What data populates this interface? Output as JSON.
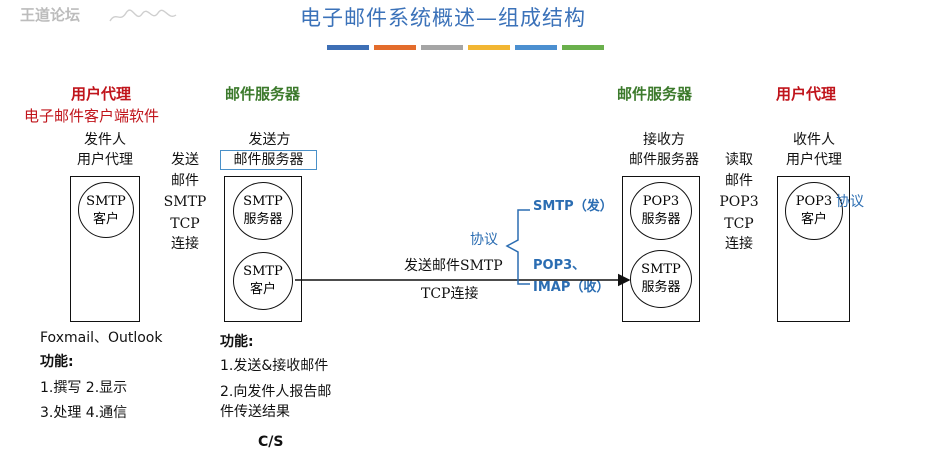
{
  "watermark": "王道论坛",
  "title": "电子邮件系统概述—组成结构",
  "title_bar_colors": [
    "#3d6fb5",
    "#e36c2c",
    "#a5a5a5",
    "#f2b632",
    "#4b8fd0",
    "#6ab04c"
  ],
  "headers": {
    "user_agent_left": "用户代理",
    "user_agent_left_sub": "电子邮件客户端软件",
    "mail_server_left": "邮件服务器",
    "mail_server_right": "邮件服务器",
    "user_agent_right": "用户代理"
  },
  "sender": {
    "line1": "发件人",
    "line2": "用户代理",
    "circle": [
      "SMTP",
      "客户"
    ]
  },
  "send_server": {
    "line1": "发送方",
    "line2": "邮件服务器",
    "circle_top": [
      "SMTP",
      "服务器"
    ],
    "circle_bottom": [
      "SMTP",
      "客户"
    ]
  },
  "recv_server": {
    "line1": "接收方",
    "line2": "邮件服务器",
    "circle_top": [
      "POP3",
      "服务器"
    ],
    "circle_bottom": [
      "SMTP",
      "服务器"
    ]
  },
  "receiver": {
    "line1": "收件人",
    "line2": "用户代理",
    "circle": [
      "POP3",
      "客户"
    ]
  },
  "link_left": {
    "lines": [
      "发送",
      "邮件",
      "SMTP",
      "TCP",
      "连接"
    ]
  },
  "link_right": {
    "lines": [
      "读取",
      "邮件",
      "POP3",
      "TCP",
      "连接"
    ]
  },
  "middle": {
    "send_label": "发送邮件SMTP",
    "tcp_label": "TCP连接",
    "protocol_label": "协议",
    "smtp_send": "SMTP（发）",
    "pop3": "POP3、",
    "imap": "IMAP（收）",
    "protocol_right": "协议"
  },
  "bottom_left": {
    "apps": "Foxmail、Outlook",
    "func_title": "功能:",
    "func_line1": "1.撰写   2.显示",
    "func_line2": "3.处理   4.通信"
  },
  "bottom_mid": {
    "func_title": "功能:",
    "line1": "1.发送&接收邮件",
    "line2": "2.向发件人报告邮",
    "line3": "件传送结果",
    "cs": "C/S"
  }
}
